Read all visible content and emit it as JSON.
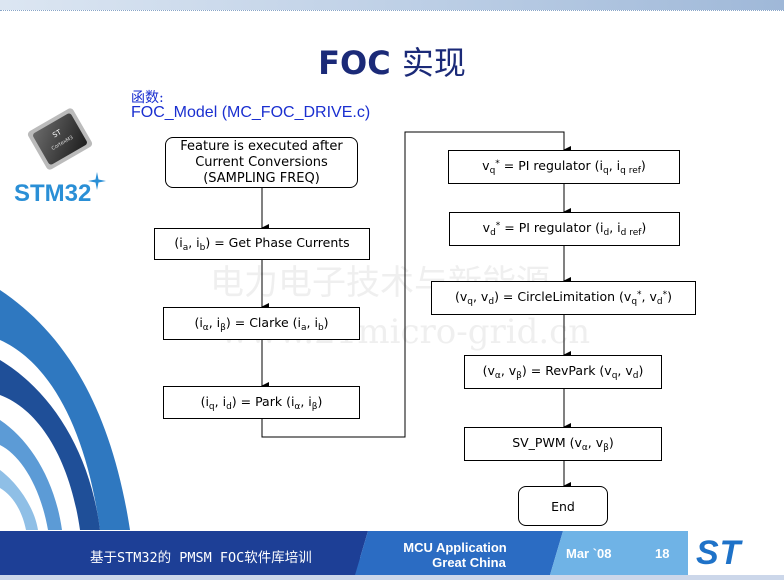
{
  "slide": {
    "title_latin": "FOC",
    "title_cjk": "实现",
    "subtitle_label": "函数:",
    "subtitle_function": "FOC_Model  (MC_FOC_DRIVE.c)",
    "chip_logo_text": "STM32",
    "watermark_line1": "电力电子技术与新能源",
    "watermark_line2": "www.21micro-grid.cn"
  },
  "flow_left": {
    "start": "Feature is executed after\nCurrent  Conversions\n(SAMPLING FREQ)",
    "step1": "(i_a, i_b) = Get Phase Currents",
    "step2": "(i_α, i_β) = Clarke (i_a, i_b)",
    "step3": "(i_q, i_d) = Park (i_α, i_β)"
  },
  "flow_right": {
    "step1": "v_q* = PI regulator (i_q, i_q ref)",
    "step2": "v_d* = PI regulator (i_d, i_d ref)",
    "step3": "(v_q, v_d) = CircleLimitation (v_q*, v_d*)",
    "step4": "(v_α, v_β) = RevPark (v_q, v_d)",
    "step5": "SV_PWM (v_α, v_β)",
    "end": "End"
  },
  "footer": {
    "course": "基于STM32的 PMSM FOC软件库培训",
    "dept_line1": "MCU Application",
    "dept_line2": "Great China",
    "date": "Mar `08",
    "page": "18",
    "logo": "ST"
  },
  "colors": {
    "title": "#1b2a78",
    "subtitle": "#1a2fd0",
    "footer_dark": "#1d3f96",
    "footer_mid": "#2b6cc3",
    "footer_light": "#6fb3e6"
  }
}
